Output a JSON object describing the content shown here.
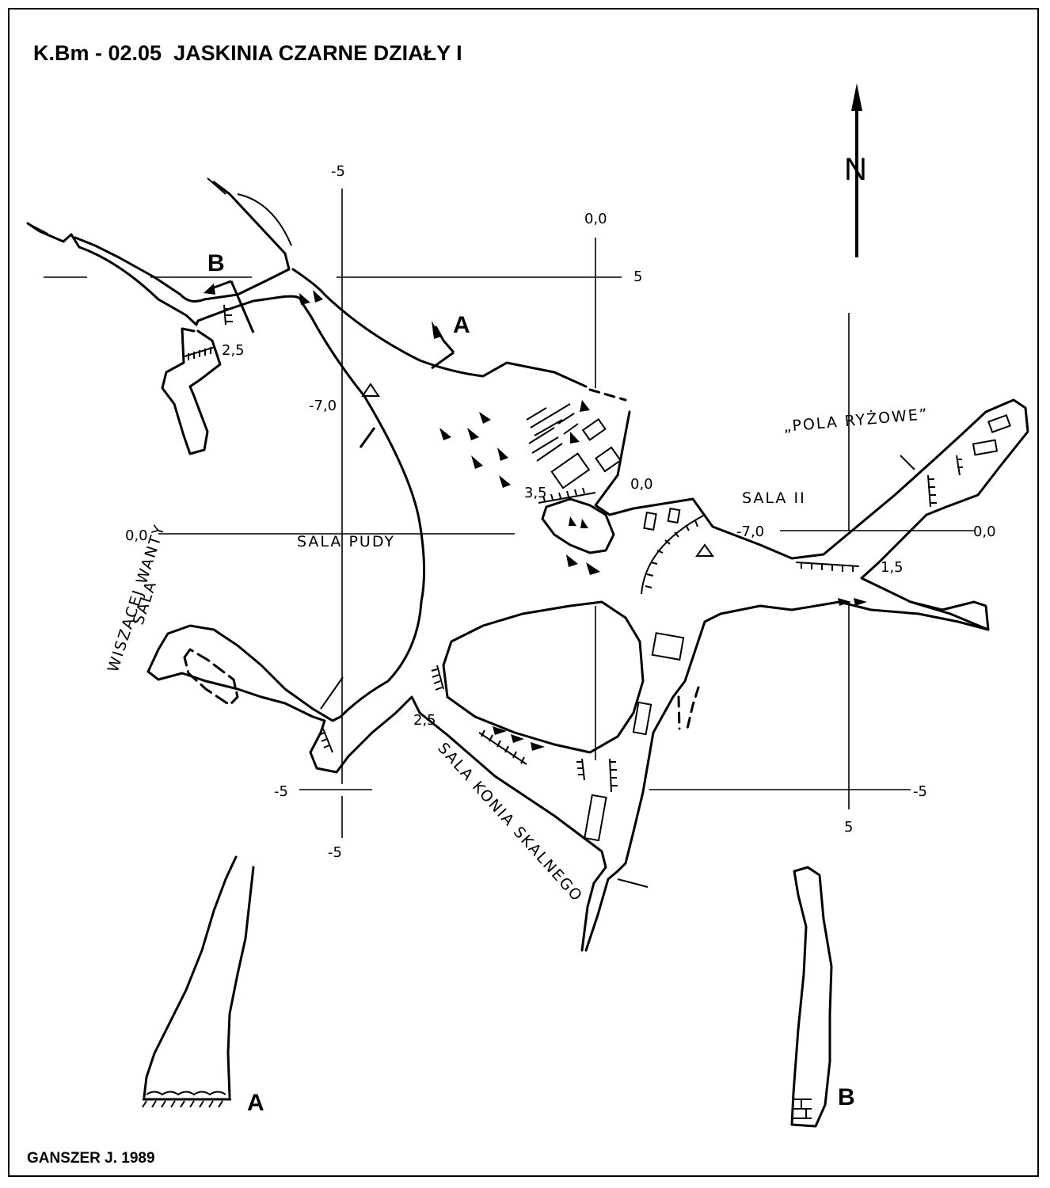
{
  "title": "K.Bm - 02.05  JASKINIA CZARNE DZIAŁY I",
  "author": "GANSZER J. 1989",
  "north_label": "N",
  "rooms": {
    "sala_pudy": "SALA PUDY",
    "sala_ii": "SALA II",
    "pola_ryzowe": "„POLA RYŻOWE”",
    "sala_wiszacej_wanty_1": "SALA",
    "sala_wiszacej_wanty_2": "WISZĄCEJ WANTY",
    "sala_konia_skalnego": "SALA KONIA SKALNEGO"
  },
  "section_labels": {
    "a": "A",
    "b": "B"
  },
  "grid_labels": {
    "top_left_minus5": "-5",
    "top_zero": "0,0",
    "right_five": "5",
    "left_zero": "0,0",
    "left_minus7": "-7,0",
    "mid_zero": "0,0",
    "mid_minus7": "-7,0",
    "right_zero": "0,0",
    "bottom_left_minus5": "-5",
    "bottom_left_minus5b": "-5",
    "bottom_right_minus5": "-5",
    "bottom_five": "5"
  },
  "depth_labels": {
    "d1": "2,5",
    "d2": "3,5",
    "d3": "1,5",
    "d4": "2,5"
  },
  "colors": {
    "ink": "#000000",
    "paper": "#ffffff"
  }
}
